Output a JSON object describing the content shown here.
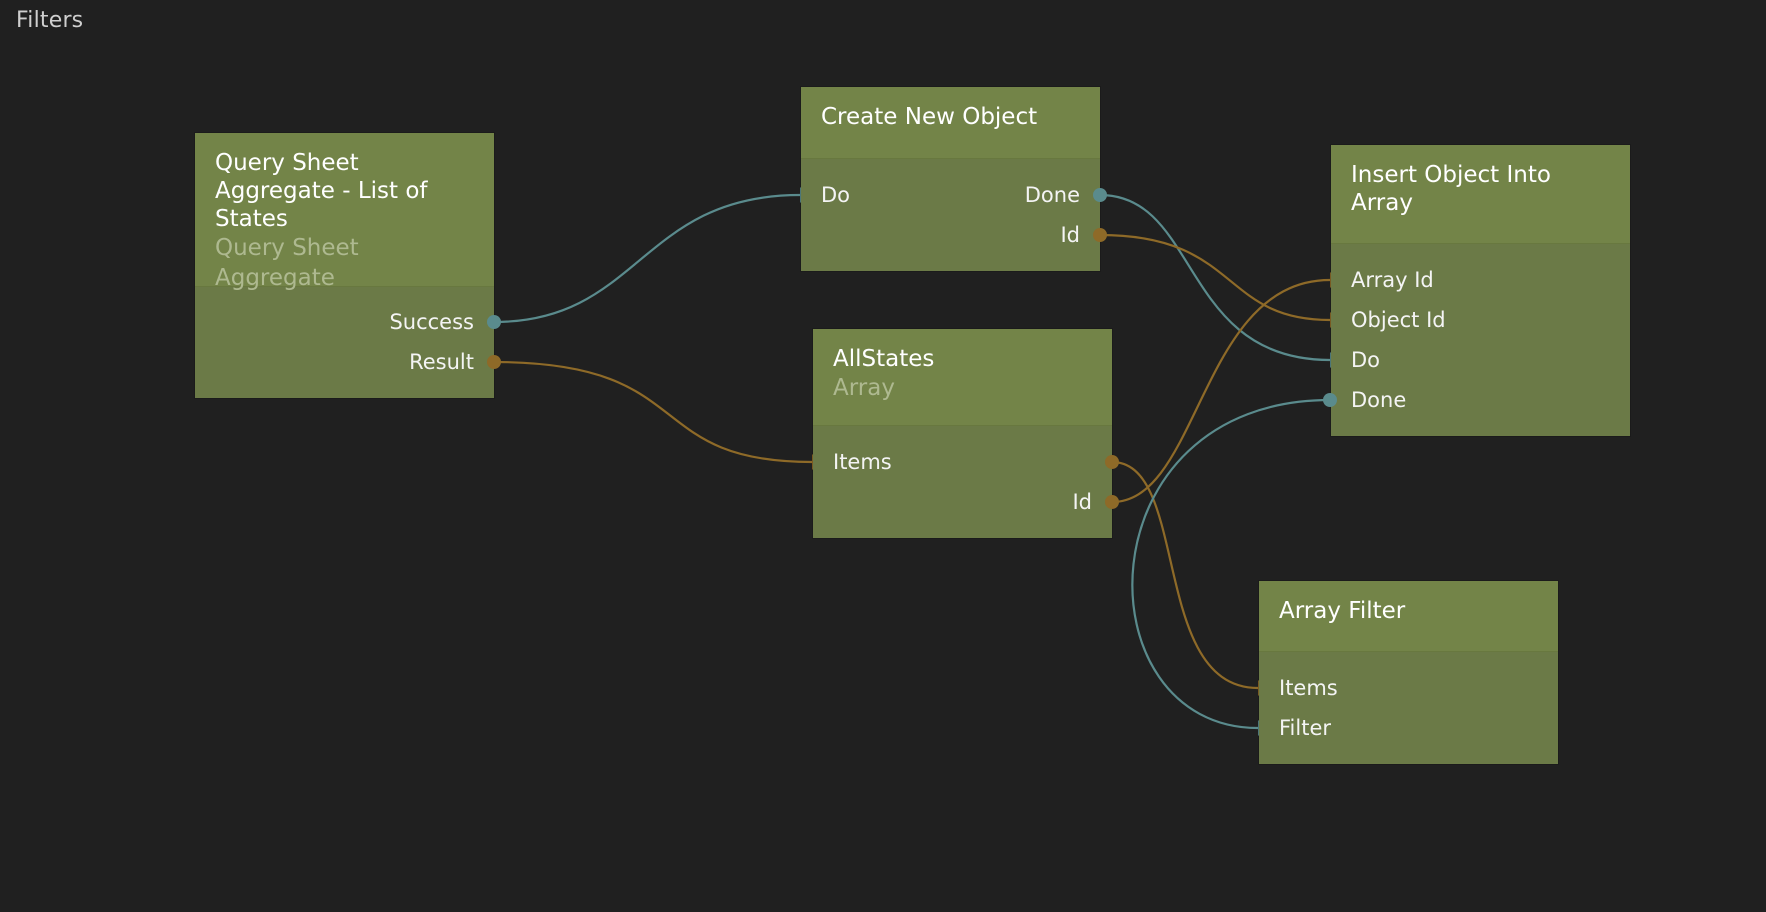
{
  "page": {
    "title": "Filters"
  },
  "colors": {
    "background": "#202020",
    "node_body": "#6b7a47",
    "node_header": "#738448",
    "signal": "#5a8b8d",
    "data": "#8e6a28",
    "subtitle": "#aeb990"
  },
  "nodes": {
    "query": {
      "title": "Query Sheet Aggregate - List of States",
      "title_lines": [
        "Query Sheet",
        "Aggregate - List of",
        "States"
      ],
      "subtitle": "Query Sheet Aggregate",
      "outputs": [
        "Success",
        "Result"
      ]
    },
    "create": {
      "title": "Create New Object",
      "inputs": [
        "Do"
      ],
      "outputs": [
        "Done",
        "Id"
      ]
    },
    "allstates": {
      "title": "AllStates",
      "subtitle": "Array",
      "inputs": [
        "Items"
      ],
      "outputs": [
        "Id"
      ]
    },
    "insert": {
      "title": "Insert Object Into Array",
      "title_lines": [
        "Insert Object Into",
        "Array"
      ],
      "inputs": [
        "Array Id",
        "Object Id",
        "Do"
      ],
      "outputs": [
        "Done"
      ]
    },
    "filter": {
      "title": "Array Filter",
      "inputs": [
        "Items",
        "Filter"
      ]
    }
  },
  "connections": [
    {
      "from": "Query Sheet Aggregate - List of States.Success",
      "to": "Create New Object.Do",
      "kind": "signal"
    },
    {
      "from": "Query Sheet Aggregate - List of States.Result",
      "to": "AllStates.Items",
      "kind": "data"
    },
    {
      "from": "Create New Object.Done",
      "to": "Insert Object Into Array.Do",
      "kind": "signal"
    },
    {
      "from": "Create New Object.Id",
      "to": "Insert Object Into Array.Object Id",
      "kind": "data"
    },
    {
      "from": "AllStates.Id",
      "to": "Insert Object Into Array.Array Id",
      "kind": "data"
    },
    {
      "from": "AllStates.Items",
      "to": "Array Filter.Items",
      "kind": "data"
    },
    {
      "from": "Insert Object Into Array.Done",
      "to": "Array Filter.Filter",
      "kind": "signal"
    }
  ]
}
